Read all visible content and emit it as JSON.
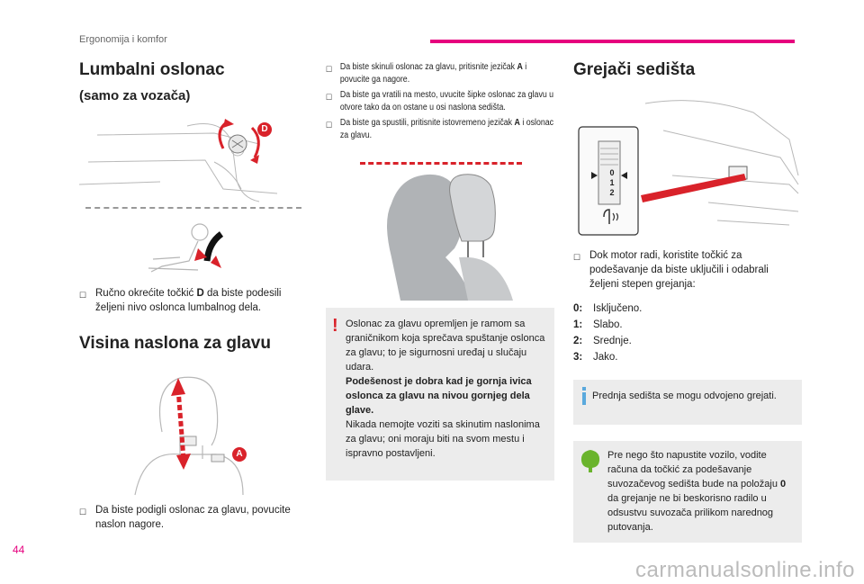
{
  "header": {
    "section": "Ergonomija i komfor"
  },
  "page_number": "44",
  "lumbar": {
    "title": "Lumbalni oslonac",
    "subtitle": "(samo za vozača)",
    "badge_d": "D",
    "instruction_pre": "Ručno okrećite točkić ",
    "instruction_key": "D",
    "instruction_post": " da biste podesili željeni nivo oslonca lumbalnog dela."
  },
  "headrest_height": {
    "title": "Visina naslona za glavu",
    "badge_a": "A",
    "instruction": "Da biste podigli oslonac za glavu, povucite naslon nagore."
  },
  "headrest_notes": [
    {
      "pre": "Da biste skinuli oslonac za glavu, pritisnite jezičak ",
      "key": "A",
      "post": " i povucite ga nagore."
    },
    {
      "pre": "Da biste ga vratili na mesto, uvucite šipke oslonac za glavu u otvore tako da on ostane u osi naslona sedišta.",
      "key": "",
      "post": ""
    },
    {
      "pre": "Da biste ga spustili, pritisnite istovremeno jezičak ",
      "key": "A",
      "post": " i oslonac za glavu."
    }
  ],
  "warning": {
    "icon": "exclamation-icon",
    "text1": "Oslonac za glavu opremljen je ramom sa graničnikom koja sprečava spuštanje oslonca za glavu; to je sigurnosni uređaj u slučaju udara.",
    "text2": "Podešenost je dobra kad je gornja ivica oslonca za glavu na nivou gornjeg dela glave.",
    "text3": "Nikada nemojte voziti sa skinutim naslonima za glavu; oni moraju biti na svom mestu i ispravno postavljeni."
  },
  "heated": {
    "title": "Grejači sedišta",
    "dial_labels": [
      "0",
      "1",
      "2"
    ],
    "instruction": "Dok motor radi, koristite točkić za podešavanje da biste uključili i odabrali željeni stepen grejanja:",
    "levels": [
      {
        "key": "0:",
        "label": "Isključeno."
      },
      {
        "key": "1:",
        "label": "Slabo."
      },
      {
        "key": "2:",
        "label": "Srednje."
      },
      {
        "key": "3:",
        "label": "Jako."
      }
    ],
    "info": "Prednja sedišta se mogu odvojeno grejati.",
    "eco_pre": "Pre nego što napustite vozilo, vodite računa da točkić za podešavanje suvozačevog sedišta bude na položaju ",
    "eco_key": "0",
    "eco_post": " da grejanje ne bi beskorisno radilo u odsustvu suvozača prilikom narednog putovanja."
  },
  "watermark": "carmanualsonline.info",
  "colors": {
    "accent": "#e6007e",
    "red": "#d9222a",
    "info_blue": "#5aa9dd",
    "eco_green": "#6ab42d",
    "box_grey": "#ececec"
  }
}
